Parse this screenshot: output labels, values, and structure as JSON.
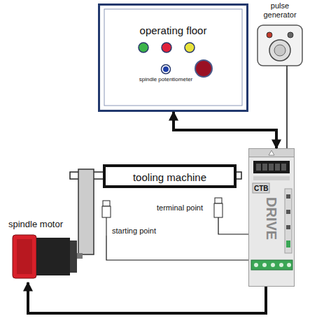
{
  "diagram": {
    "nodes": [
      {
        "text": [
          "operating floor"
        ]
      },
      {
        "text": [
          "pulse generator"
        ]
      },
      {
        "text": [
          "tooling machine"
        ]
      },
      {
        "text": [
          "terminal point"
        ]
      },
      {
        "text": [
          "starting point"
        ]
      },
      {
        "text": [
          "CTB",
          "DRIVE"
        ]
      },
      {
        "text": [
          "spindle motor"
        ]
      }
    ],
    "edges": [
      {
        "from": 5,
        "to": 0,
        "arrow": "both"
      },
      {
        "from": 1,
        "to": 5,
        "arrow": "none"
      },
      {
        "from": 3,
        "to": 5,
        "arrow": "none"
      },
      {
        "from": 4,
        "to": 5,
        "arrow": "none"
      },
      {
        "from": 5,
        "to": 6,
        "arrow": "to"
      }
    ],
    "labels": [
      "spindle potentiometer"
    ]
  }
}
